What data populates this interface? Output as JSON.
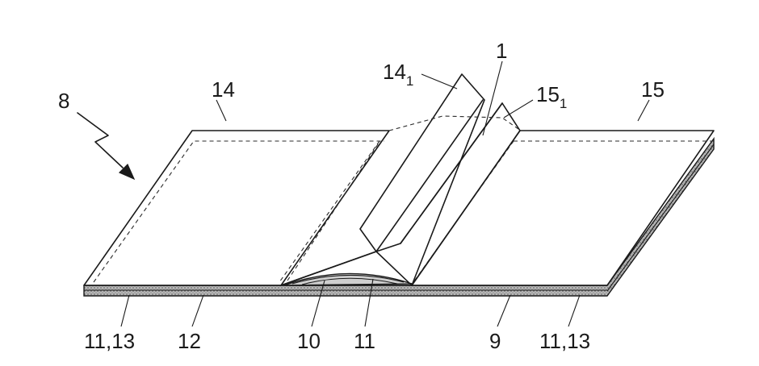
{
  "figure": {
    "labels": {
      "ref_8": "8",
      "ref_14": "14",
      "ref_14_1_base": "14",
      "ref_14_1_sub": "1",
      "ref_1": "1",
      "ref_15_1_base": "15",
      "ref_15_1_sub": "1",
      "ref_15": "15",
      "ref_11_13_left": "11,13",
      "ref_12": "12",
      "ref_10": "10",
      "ref_11": "11",
      "ref_9": "9",
      "ref_11_13_right": "11,13"
    },
    "colors": {
      "ink": "#1a1a1a",
      "background": "#ffffff",
      "substrate_fill": "#9a9a9a"
    }
  }
}
